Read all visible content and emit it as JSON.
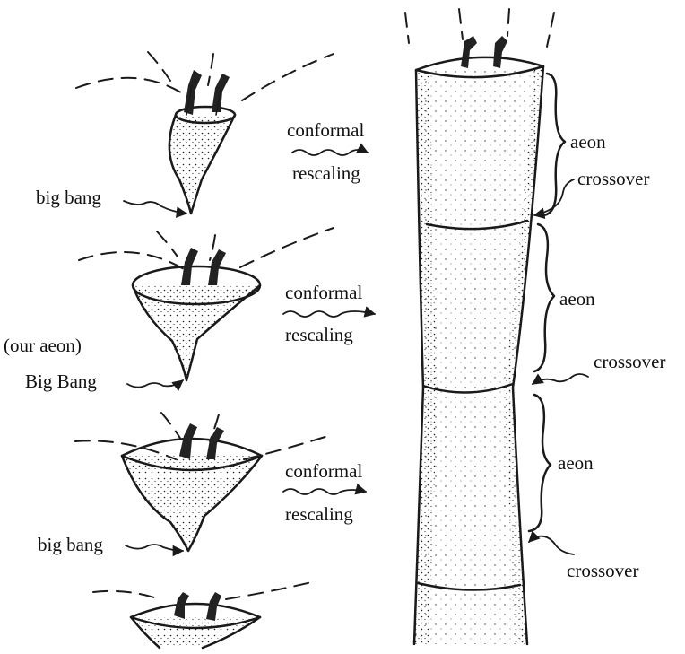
{
  "labels": {
    "rescale_top_1": "conformal",
    "rescale_bottom_1": "rescaling",
    "rescale_top_2": "conformal",
    "rescale_bottom_2": "rescaling",
    "rescale_top_3": "conformal",
    "rescale_bottom_3": "rescaling",
    "bang_1": "big bang",
    "our_aeon": "(our aeon)",
    "bang_2": "Big Bang",
    "bang_3": "big bang",
    "aeon_1": "aeon",
    "aeon_2": "aeon",
    "aeon_3": "aeon",
    "crossover_1": "crossover",
    "crossover_2": "crossover",
    "crossover_3": "crossover"
  },
  "colors": {
    "ink": "#1a1a1a",
    "background": "#ffffff"
  }
}
